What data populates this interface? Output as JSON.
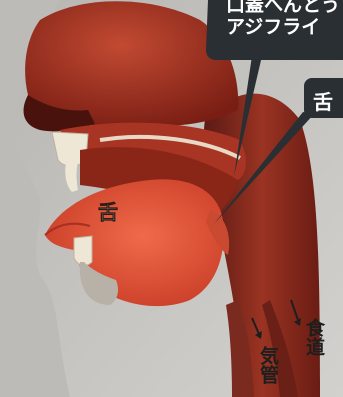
{
  "callout": {
    "line1": "口蓋へんとう",
    "line2": "アジフライ"
  },
  "tag": {
    "text": "舌"
  },
  "labels": {
    "tongue": "舌",
    "esophagus": "食道",
    "trachea": "気管"
  },
  "colors": {
    "background": "#c9c7c3",
    "tissue_dark": "#7a1e14",
    "tissue_mid": "#b8402a",
    "tongue": "#e2553a",
    "callout_bg": "#2a2f33"
  }
}
